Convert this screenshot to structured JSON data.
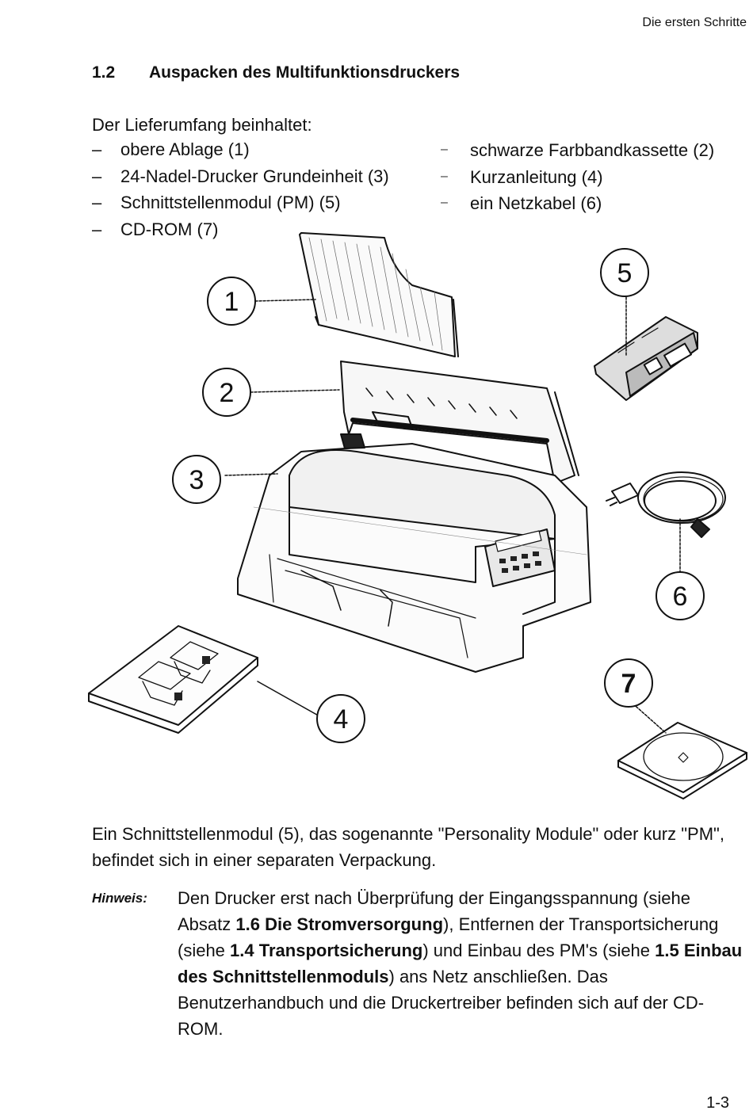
{
  "header": {
    "running_title": "Die ersten Schritte"
  },
  "section": {
    "number": "1.2",
    "title": "Auspacken des Multifunktionsdruckers"
  },
  "intro": "Der Lieferumfang beinhaltet:",
  "list_left": [
    {
      "dash": "–",
      "text": "obere Ablage (1)"
    },
    {
      "dash": "–",
      "text": "24-Nadel-Drucker Grundeinheit (3)"
    },
    {
      "dash": "–",
      "text": "Schnittstellenmodul (PM) (5)"
    },
    {
      "dash": "–",
      "text": "CD-ROM (7)"
    }
  ],
  "list_right": [
    {
      "dash": "–",
      "text": "schwarze Farbbandkassette (2)"
    },
    {
      "dash": "–",
      "text": "Kurzanleitung (4)"
    },
    {
      "dash": "–",
      "text": "ein Netzkabel (6)"
    }
  ],
  "figure": {
    "callouts": [
      "1",
      "2",
      "3",
      "4",
      "5",
      "6",
      "7"
    ]
  },
  "paragraph": "Ein Schnittstellenmodul (5), das sogenannte \"Personality Module\" oder kurz \"PM\", befindet sich in einer separaten Verpackung.",
  "note": {
    "label": "Hinweis:",
    "t1": "Den Drucker erst nach Überprüfung der Eingangsspannung (siehe Absatz ",
    "b1": "1.6 Die Stromversorgung",
    "t2": "), Entfernen der Transport­sicherung (siehe ",
    "b2": "1.4 Transportsicherung",
    "t3": ") und Einbau des PM's (siehe ",
    "b3": "1.5 Einbau des Schnittstellenmoduls",
    "t4": ") ans Netz anschließen. Das Benutzerhandbuch und die Druckertreiber befinden sich auf der CD-ROM."
  },
  "footer": {
    "page_number": "1-3"
  }
}
